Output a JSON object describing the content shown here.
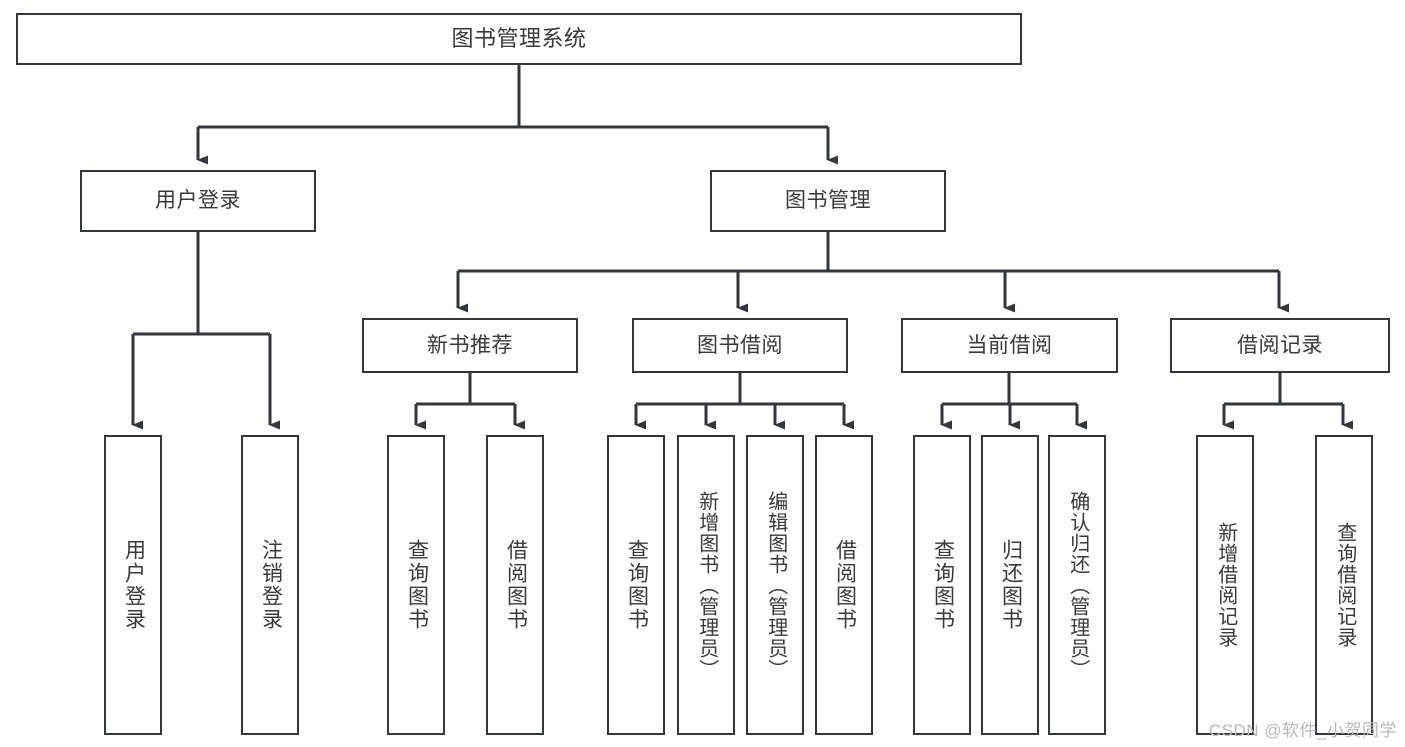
{
  "diagram": {
    "title": "图书管理系统",
    "type": "tree",
    "stroke_color": "#33363b",
    "text_color": "#3a3a3a",
    "background_color": "#ffffff",
    "nodes": {
      "root": {
        "label": "图书管理系统"
      },
      "level2": [
        {
          "key": "user_login",
          "label": "用户登录"
        },
        {
          "key": "book_manage",
          "label": "图书管理"
        }
      ],
      "level3": [
        {
          "key": "new_book_rec",
          "label": "新书推荐"
        },
        {
          "key": "book_borrow",
          "label": "图书借阅"
        },
        {
          "key": "current_borrow",
          "label": "当前借阅"
        },
        {
          "key": "borrow_record",
          "label": "借阅记录"
        }
      ],
      "leaves": {
        "user_login": [
          {
            "key": "leaf_user_login",
            "label": "用户登录"
          },
          {
            "key": "leaf_logout",
            "label": "注销登录"
          }
        ],
        "new_book_rec": [
          {
            "key": "leaf_query_book_1",
            "label": "查询图书"
          },
          {
            "key": "leaf_borrow_book_1",
            "label": "借阅图书"
          }
        ],
        "book_borrow": [
          {
            "key": "leaf_query_book_2",
            "label": "查询图书"
          },
          {
            "key": "leaf_add_book",
            "label": "新增图书（管理员）"
          },
          {
            "key": "leaf_edit_book",
            "label": "编辑图书（管理员）"
          },
          {
            "key": "leaf_borrow_book_2",
            "label": "借阅图书"
          }
        ],
        "current_borrow": [
          {
            "key": "leaf_query_book_3",
            "label": "查询图书"
          },
          {
            "key": "leaf_return_book",
            "label": "归还图书"
          },
          {
            "key": "leaf_confirm_return",
            "label": "确认归还（管理员）"
          }
        ],
        "borrow_record": [
          {
            "key": "leaf_add_record",
            "label": "新增借阅记录"
          },
          {
            "key": "leaf_query_record",
            "label": "查询借阅记录"
          }
        ]
      }
    }
  },
  "watermark": {
    "text": "CSDN @软件_小贺同学"
  }
}
